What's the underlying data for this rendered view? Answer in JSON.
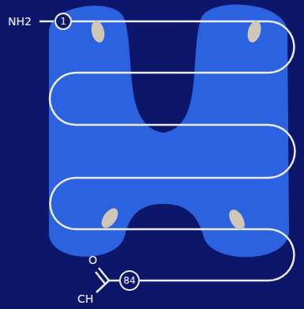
{
  "diagram": {
    "nodes": [
      {
        "text": [
          "1"
        ]
      },
      {
        "text": [
          "84"
        ]
      }
    ],
    "edges": [
      {
        "from": 0,
        "to": 1,
        "arrow": "none"
      }
    ],
    "labels": [
      "NH2",
      "O",
      "CH"
    ]
  }
}
